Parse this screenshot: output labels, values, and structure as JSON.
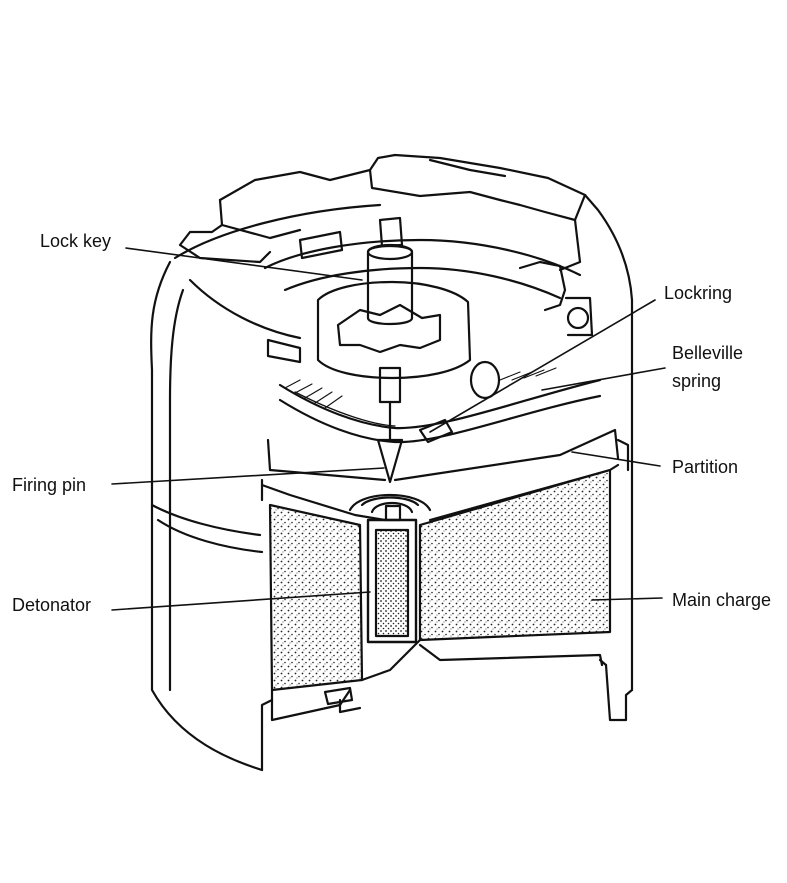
{
  "labels": {
    "lock_key": "Lock key",
    "lockring": "Lockring",
    "belleville_line1": "Belleville",
    "belleville_line2": "spring",
    "partition": "Partition",
    "firing_pin": "Firing pin",
    "detonator": "Detonator",
    "main_charge": "Main charge"
  },
  "colors": {
    "ink": "#111111",
    "background": "#ffffff"
  }
}
